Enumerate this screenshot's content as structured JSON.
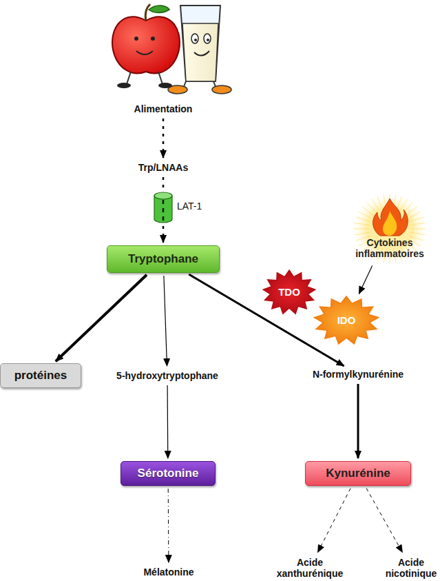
{
  "diagram": {
    "nodes": [
      {
        "text": [
          "Alimentation"
        ]
      },
      {
        "text": [
          "Trp/LNAAs"
        ]
      },
      {
        "text": [
          "LAT-1"
        ]
      },
      {
        "text": [
          "Tryptophane"
        ]
      },
      {
        "text": [
          "Cytokines inflammatoires"
        ]
      },
      {
        "text": [
          "TDO"
        ]
      },
      {
        "text": [
          "IDO"
        ]
      },
      {
        "text": [
          "protéines"
        ]
      },
      {
        "text": [
          "5-hydroxytryptophane"
        ]
      },
      {
        "text": [
          "N-formylkynurénine"
        ]
      },
      {
        "text": [
          "Sérotonine"
        ]
      },
      {
        "text": [
          "Kynurénine"
        ]
      },
      {
        "text": [
          "Mélatonine"
        ]
      },
      {
        "text": [
          "Acide xanthurénique"
        ]
      },
      {
        "text": [
          "Acide nicotinique"
        ]
      }
    ],
    "edges": [
      {
        "from": 0,
        "to": 1,
        "arrow": "to"
      },
      {
        "from": 1,
        "to": 2,
        "arrow": "none"
      },
      {
        "from": 2,
        "to": 3,
        "arrow": "to"
      },
      {
        "from": 3,
        "to": 7,
        "arrow": "to"
      },
      {
        "from": 3,
        "to": 8,
        "arrow": "to"
      },
      {
        "from": 3,
        "to": 9,
        "arrow": "to"
      },
      {
        "from": 4,
        "to": 6,
        "arrow": "to"
      },
      {
        "from": 8,
        "to": 10,
        "arrow": "to"
      },
      {
        "from": 9,
        "to": 11,
        "arrow": "to"
      },
      {
        "from": 10,
        "to": 12,
        "arrow": "to"
      },
      {
        "from": 11,
        "to": 13,
        "arrow": "to"
      },
      {
        "from": 11,
        "to": 14,
        "arrow": "to"
      }
    ]
  }
}
